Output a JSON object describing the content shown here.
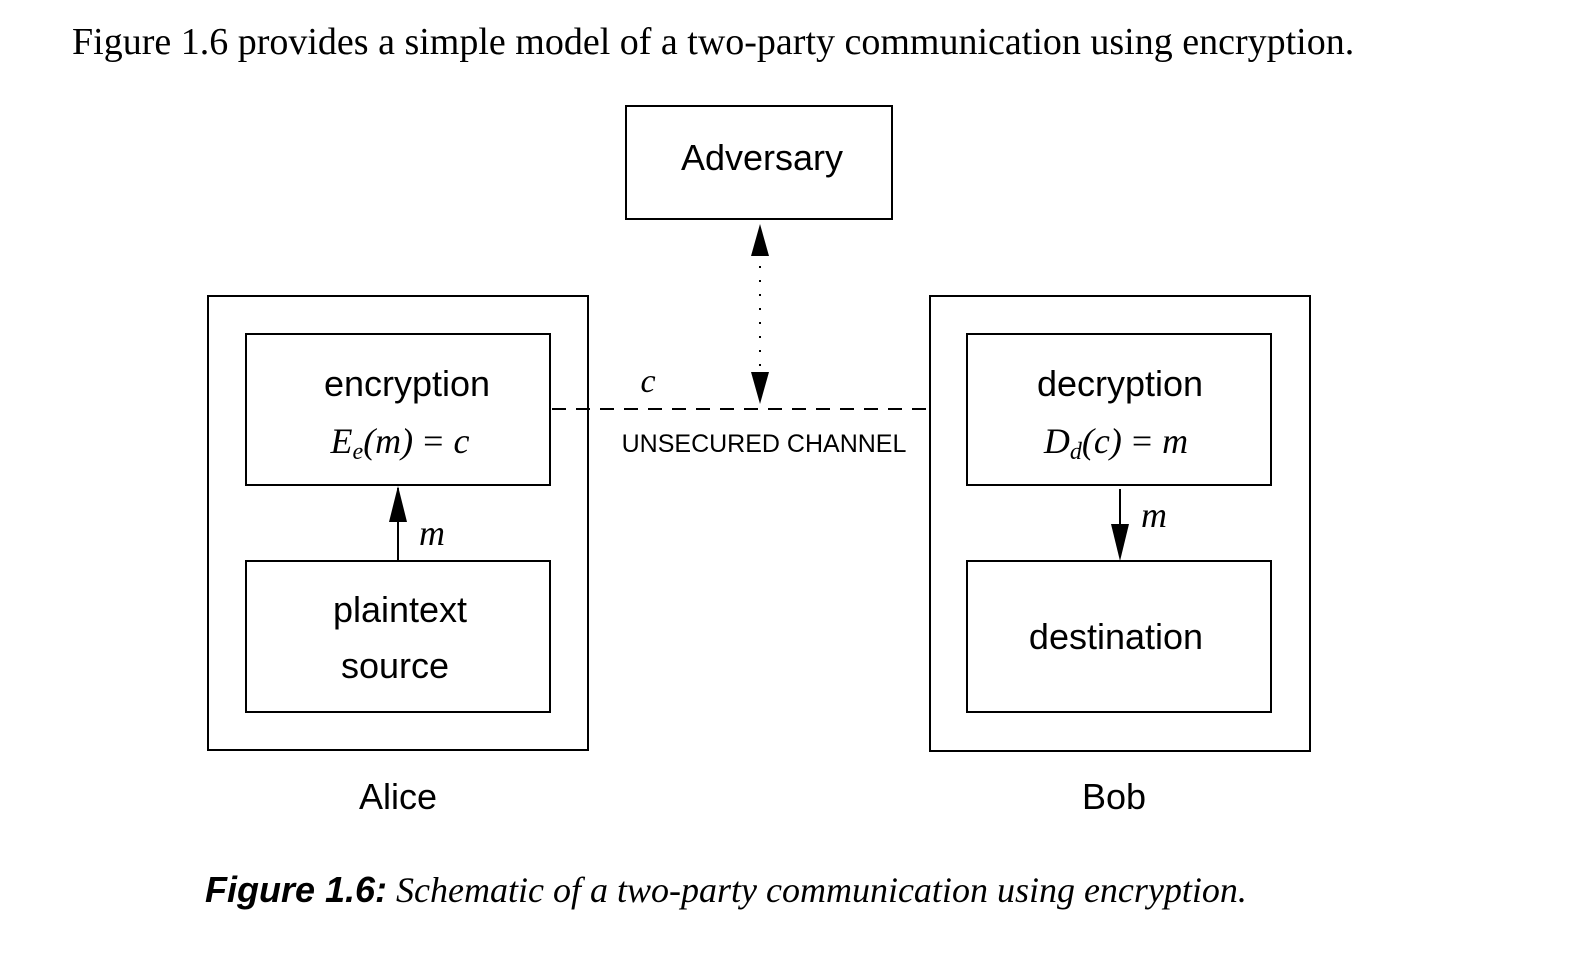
{
  "intro_text": "Figure 1.6 provides a simple model of a two-party communication using encryption.",
  "diagram": {
    "adversary_label": "Adversary",
    "alice": {
      "name": "Alice",
      "encryption_title": "encryption",
      "encryption_formula": {
        "E": "E",
        "sub": "e",
        "arg": "(m)",
        "eq": "=",
        "rhs": "c"
      },
      "plaintext_line1": "plaintext",
      "plaintext_line2": "source",
      "message_label": "m"
    },
    "bob": {
      "name": "Bob",
      "decryption_title": "decryption",
      "decryption_formula": {
        "D": "D",
        "sub": "d",
        "arg": "(c)",
        "eq": "=",
        "rhs": "m"
      },
      "destination_label": "destination",
      "message_label": "m"
    },
    "channel": {
      "ciphertext_label": "c",
      "channel_label": "UNSECURED CHANNEL"
    }
  },
  "caption": {
    "label": "Figure 1.6:",
    "text": "Schematic of a two-party communication using encryption."
  }
}
